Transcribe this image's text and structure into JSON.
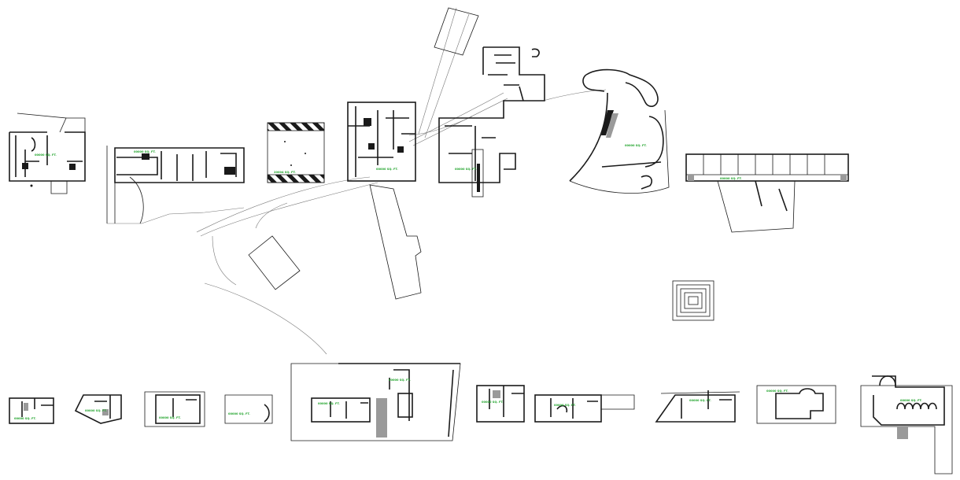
{
  "area_labels": {
    "house_a": "00000 SQ. FT.",
    "terrace_house": "00000 SQ. FT.",
    "hatched_block": "20004 SQ. FT.",
    "central_block": "00000 SQ. FT.",
    "wing_block": "00000 SQ. FT.",
    "curved_hall": "00000 SQ. FT.",
    "dorm_bar": "00000 SQ. FT.",
    "small_1": "00000 SQ. FT.",
    "small_2": "00000 SQ. FT.",
    "small_3": "00000 SQ. FT.",
    "small_4": "00000 SQ. FT.",
    "large_frame": "00000 SQ. FT.",
    "large_frame_b": "00000 SQ. FT.",
    "small_6": "00000 SQ. FT.",
    "small_7": "00000 SQ. FT.",
    "small_8": "00000 SQ. FT.",
    "small_9": "00000 SQ. FT.",
    "small_10": "00000 SQ. FT."
  },
  "colors": {
    "label": "#1fa32a",
    "wall": "#1a1a1a",
    "site_line": "#777777"
  }
}
